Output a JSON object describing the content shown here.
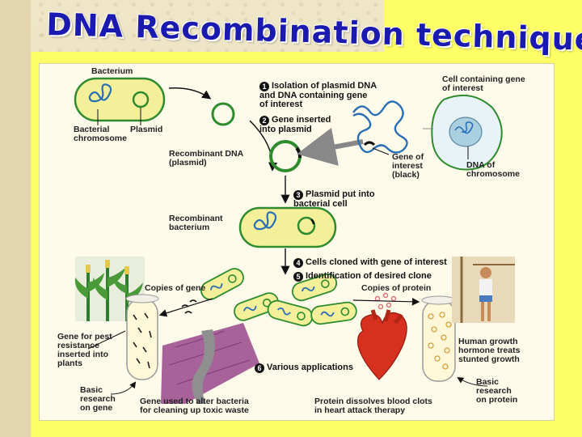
{
  "slide": {
    "title": "DNA Recombination technique"
  },
  "diagram": {
    "labels": {
      "bacterium": "Bacterium",
      "bacterial_chromosome": "Bacterial\nchromosome",
      "plasmid": "Plasmid",
      "cell_containing_gene": "Cell containing gene\nof interest",
      "gene_of_interest": "Gene of\ninterest\n(black)",
      "dna_of_chromosome": "DNA of\nchromosome",
      "recombinant_dna": "Recombinant DNA\n(plasmid)",
      "recombinant_bacterium": "Recombinant\nbacterium",
      "copies_of_gene": "Copies of gene",
      "copies_of_protein": "Copies of protein",
      "pest_resistance": "Gene for pest\nresistance\ninserted into\nplants",
      "basic_research_gene": "Basic\nresearch\non gene",
      "toxic_waste": "Gene used to alter bacteria\nfor cleaning up toxic waste",
      "blood_clots": "Protein dissolves blood clots\nin heart attack therapy",
      "growth_hormone": "Human growth\nhormone treats\nstunted growth",
      "basic_research_protein": "Basic\nresearch\non protein"
    },
    "steps": [
      {
        "num": "1",
        "text": "Isolation of plasmid DNA\nand DNA containing gene\nof interest"
      },
      {
        "num": "2",
        "text": "Gene inserted\ninto plasmid"
      },
      {
        "num": "3",
        "text": "Plasmid put into\nbacterial cell"
      },
      {
        "num": "4",
        "text": "Cells cloned with gene of interest"
      },
      {
        "num": "5",
        "text": "Identification of desired clone"
      },
      {
        "num": "6",
        "text": "Various applications"
      }
    ],
    "colors": {
      "cell_fill": "#f4f09a",
      "cell_outline": "#2e8b2e",
      "plasmid": "#2e8b2e",
      "dna": "#2a6fb5",
      "animal_cell": "#e9f3f7",
      "nucleus": "#a9cfe0",
      "arrow_gray": "#888888",
      "heart": "#d7301f",
      "waste": "#a8629a"
    }
  }
}
